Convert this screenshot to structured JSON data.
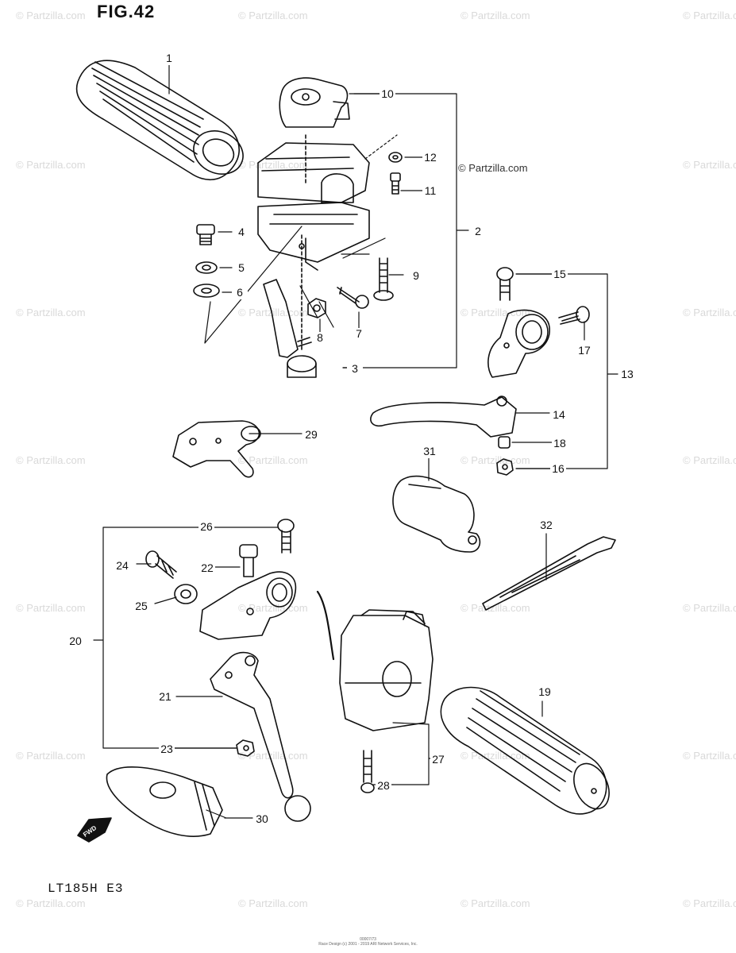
{
  "figure_title": "FIG.42",
  "model_label": "LT185H  E3",
  "credit": "© Partzilla.com",
  "watermark": "© Partzilla.com",
  "footer_line1": "00007/73",
  "footer_line2": "Race Design (c) 2001 - 2019 ARI Network Services, Inc.",
  "fwd_label": "FWD",
  "callouts": [
    "1",
    "2",
    "3",
    "4",
    "5",
    "6",
    "7",
    "8",
    "9",
    "10",
    "11",
    "12",
    "13",
    "14",
    "15",
    "16",
    "17",
    "18",
    "19",
    "20",
    "21",
    "22",
    "23",
    "24",
    "25",
    "26",
    "27",
    "28",
    "29",
    "30",
    "31",
    "32"
  ],
  "parts": [
    "handlebar grip left",
    "switch case upper",
    "switch case lower",
    "screw",
    "washer",
    "washer",
    "screw",
    "nut",
    "screw",
    "throttle housing",
    "screw",
    "nut",
    "brake lever assembly",
    "lever",
    "bolt",
    "nut",
    "adjuster bolt",
    "collar",
    "handlebar grip right",
    "lever assembly",
    "lever",
    "bolt",
    "nut",
    "adjuster",
    "nut",
    "bolt",
    "switch right",
    "screw",
    "bracket",
    "lever guard",
    "cover",
    "cable tie"
  ]
}
